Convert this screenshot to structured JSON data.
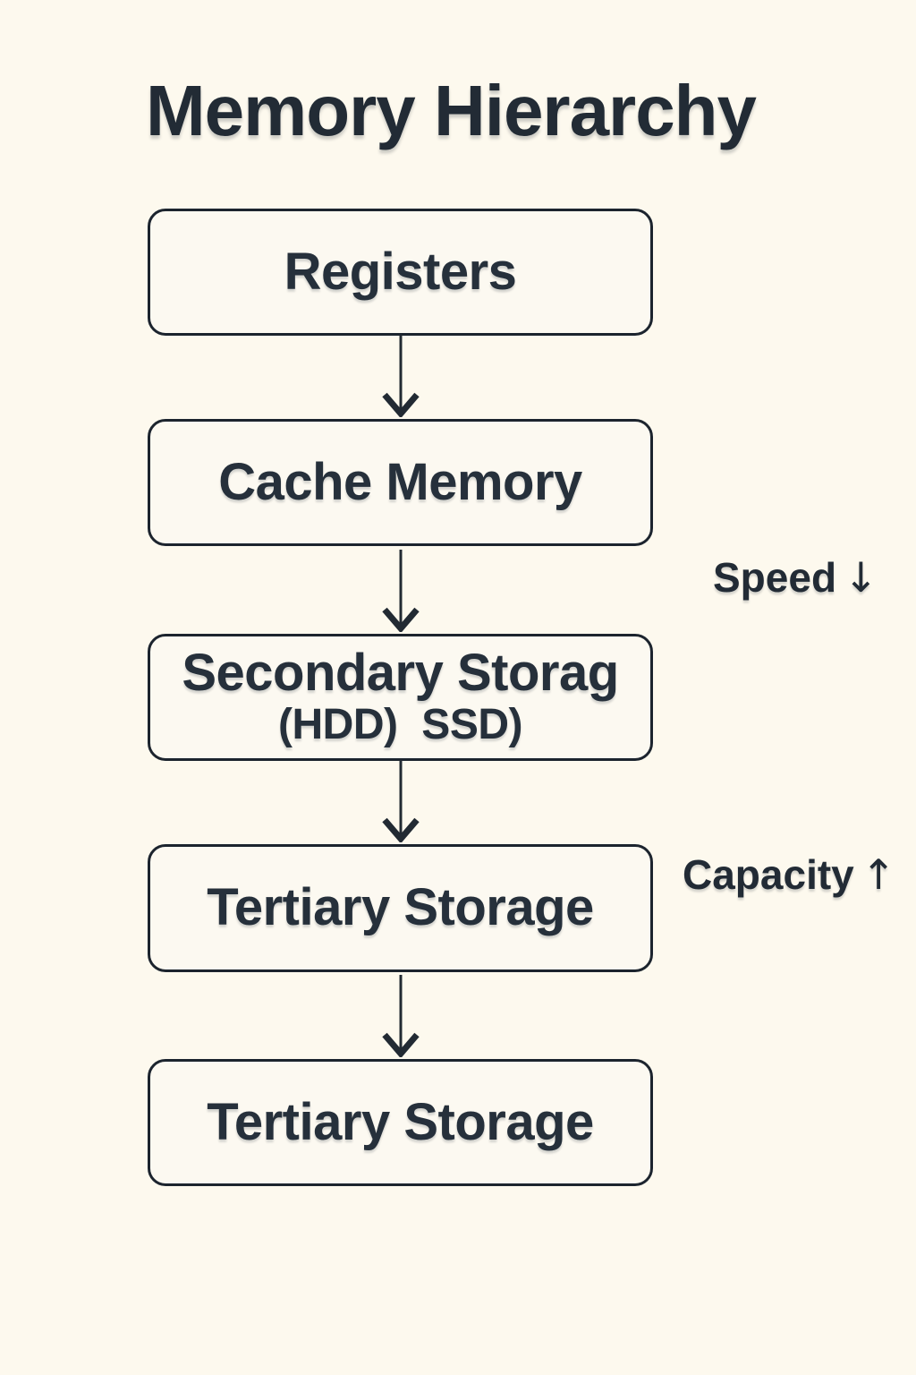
{
  "palette": {
    "background": "#fdf9ee",
    "box_fill": "#fcf9f1",
    "border": "#1c242e",
    "ink": "#232d37"
  },
  "title": "Memory Hierarchy",
  "diagram": {
    "nodes": [
      {
        "label": "Registers"
      },
      {
        "label": "Cache Memory"
      },
      {
        "label": "Secondary Storag",
        "sublabel": "(HDD) SSD)"
      },
      {
        "label": "Tertiary Storage"
      },
      {
        "label": "Tertiary Storage"
      }
    ],
    "annotations": [
      {
        "text": "Speed",
        "arrow": "↓"
      },
      {
        "text": "Capacity",
        "arrow": "↑"
      }
    ]
  }
}
